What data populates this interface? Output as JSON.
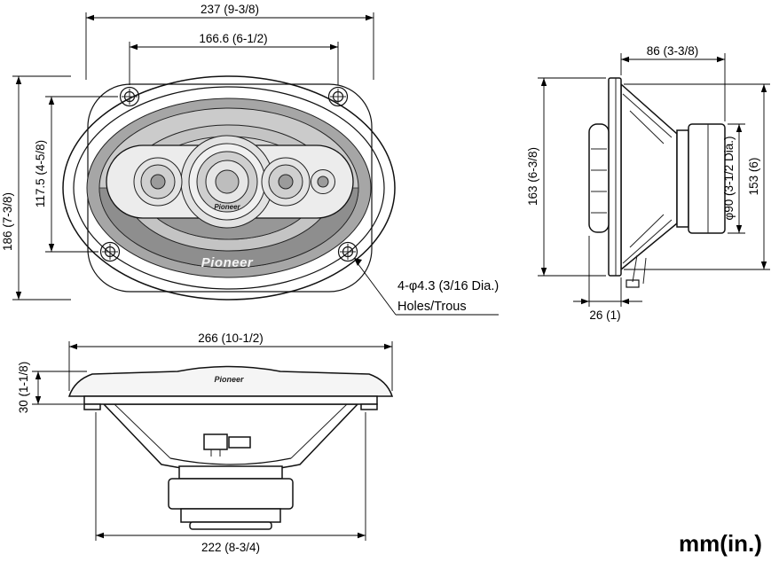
{
  "units_label": "mm(in.)",
  "front_view": {
    "dim_width": "237 (9-3/8)",
    "dim_hole_width": "166.6 (6-1/2)",
    "dim_hole_height": "117.5 (4-5/8)",
    "dim_height": "186 (7-3/8)",
    "holes_note_1": "4-φ4.3 (3/16 Dia.)",
    "holes_note_2": "Holes/Trous",
    "logo": "Pioneer",
    "logo_small": "Pioneer"
  },
  "side_view": {
    "dim_depth": "86 (3-3/8)",
    "dim_height_flange": "163 (6-3/8)",
    "dim_height_basket": "153 (6)",
    "dim_magnet": "φ90 (3-1/2 Dia.)",
    "dim_protrusion": "26 (1)"
  },
  "profile_view": {
    "dim_width_total": "266 (10-1/2)",
    "dim_height": "30 (1-1/8)",
    "dim_width_bottom": "222 (8-3/4)",
    "logo": "Pioneer"
  }
}
